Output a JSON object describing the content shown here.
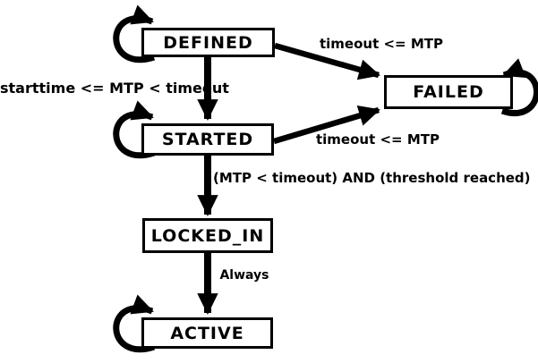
{
  "diagram": {
    "type": "state-machine",
    "states": [
      {
        "id": "defined",
        "label": "DEFINED",
        "self_loop": true
      },
      {
        "id": "failed",
        "label": "FAILED",
        "self_loop": true
      },
      {
        "id": "started",
        "label": "STARTED",
        "self_loop": true
      },
      {
        "id": "locked_in",
        "label": "LOCKED_IN",
        "self_loop": false
      },
      {
        "id": "active",
        "label": "ACTIVE",
        "self_loop": true
      }
    ],
    "transitions": [
      {
        "from": "DEFINED",
        "to": "STARTED",
        "label": "starttime <= MTP < timeout"
      },
      {
        "from": "DEFINED",
        "to": "FAILED",
        "label": "timeout <= MTP"
      },
      {
        "from": "STARTED",
        "to": "FAILED",
        "label": "timeout <= MTP"
      },
      {
        "from": "STARTED",
        "to": "LOCKED_IN",
        "label": "(MTP < timeout) AND (threshold reached)"
      },
      {
        "from": "LOCKED_IN",
        "to": "ACTIVE",
        "label": "Always"
      }
    ],
    "colors": {
      "background": "#ffffff",
      "stroke": "#000000",
      "state_fill": "#ffffff",
      "text": "#000000"
    }
  }
}
